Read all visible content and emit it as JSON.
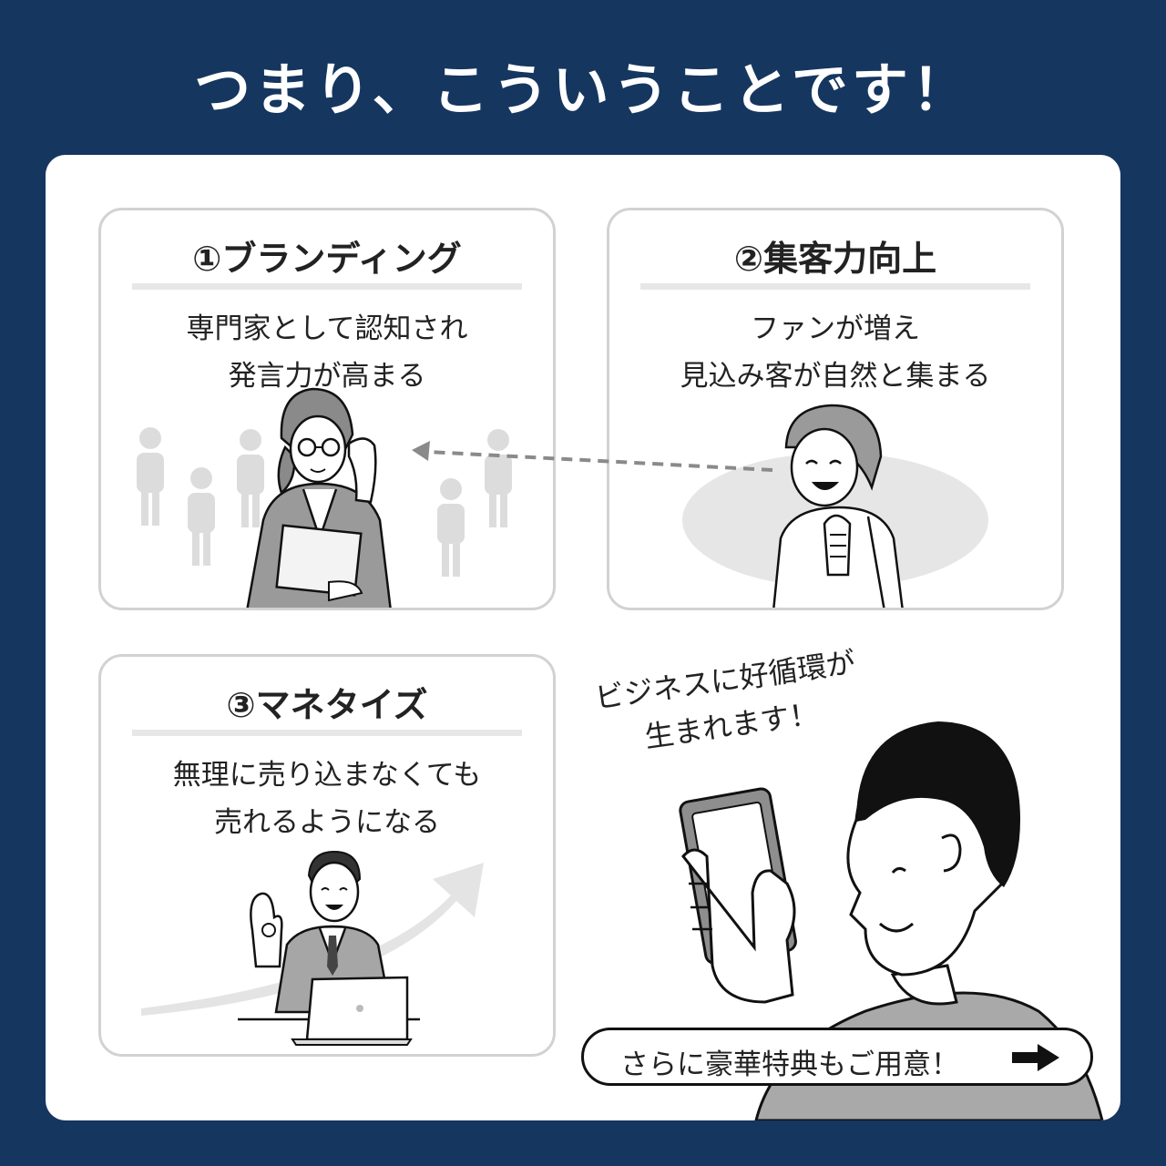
{
  "header": {
    "title": "つまり、こういうことです！"
  },
  "cards": [
    {
      "title": "①ブランディング",
      "lines": [
        "専門家として認知され",
        "発言力が高まる"
      ]
    },
    {
      "title": "②集客力向上",
      "lines": [
        "ファンが増え",
        "見込み客が自然と集まる"
      ]
    },
    {
      "title": "③マネタイズ",
      "lines": [
        "無理に売り込まなくても",
        "売れるようになる"
      ]
    }
  ],
  "speech": {
    "lines": [
      "ビジネスに好循環が",
      "生まれます！"
    ]
  },
  "cta": {
    "label": "さらに豪華特典もご用意！",
    "icon": "arrow-right-icon"
  },
  "colors": {
    "background": "#15365f",
    "panel": "#ffffff",
    "card_border": "#d2d2d2",
    "illustration_gray": "#a8a8a8"
  }
}
